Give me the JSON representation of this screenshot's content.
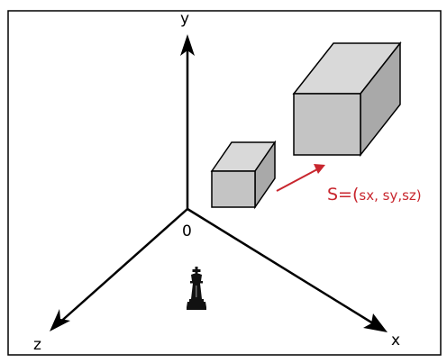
{
  "axes": {
    "y_label": "y",
    "x_label": "x",
    "z_label": "z",
    "origin_label": "0"
  },
  "annotation": {
    "formula_prefix": "S=(",
    "formula_body": "sx, sy,sz)",
    "formula_suffix": ""
  },
  "colors": {
    "axis": "#000000",
    "frame": "#000000",
    "box_front": "#c4c4c4",
    "box_top": "#d9d9d9",
    "box_side": "#a9a9a9",
    "box_edge": "#000000",
    "arrow": "#c8262e",
    "formula": "#c8262e"
  },
  "icons": {
    "chess_piece": "chess-king-icon"
  }
}
